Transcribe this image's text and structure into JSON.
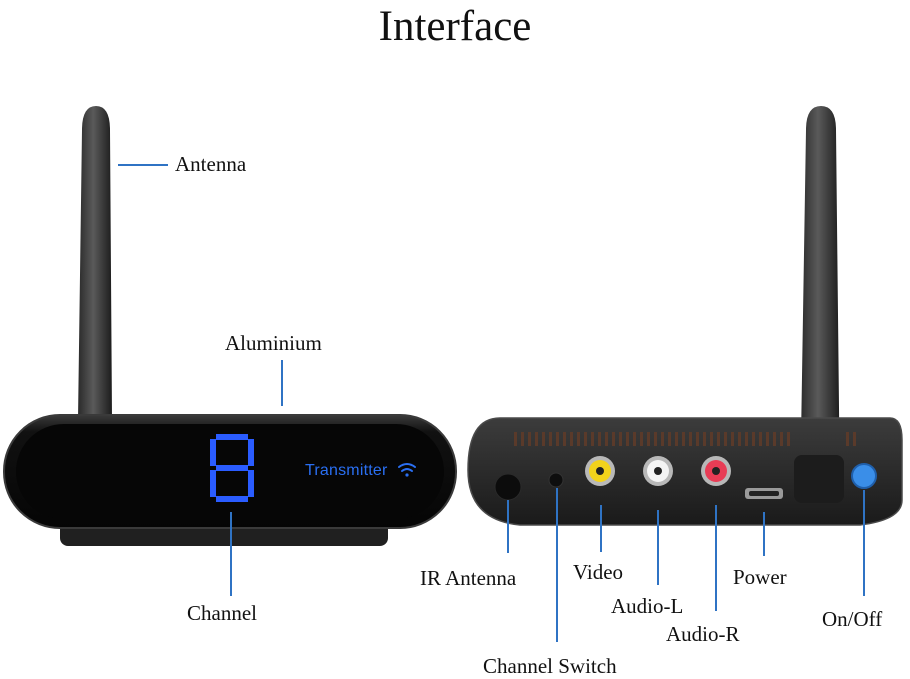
{
  "title": "Interface",
  "labels": {
    "antenna": "Antenna",
    "aluminium": "Aluminium",
    "channel": "Channel",
    "ir_antenna": "IR Antenna",
    "channel_switch": "Channel Switch",
    "video": "Video",
    "audio_l": "Audio-L",
    "audio_r": "Audio-R",
    "power": "Power",
    "on_off": "On/Off"
  },
  "display": {
    "digit": "8",
    "transmitter": "Transmitter",
    "digit_color": "#2a5cff"
  },
  "colors": {
    "leader_line": "#2f73c4",
    "device_body": "#1a1a1a",
    "video_jack": "#f2d21b",
    "audio_l_jack": "#f4f4f4",
    "audio_r_jack": "#e83c55",
    "power_button": "#3a8ee8"
  }
}
